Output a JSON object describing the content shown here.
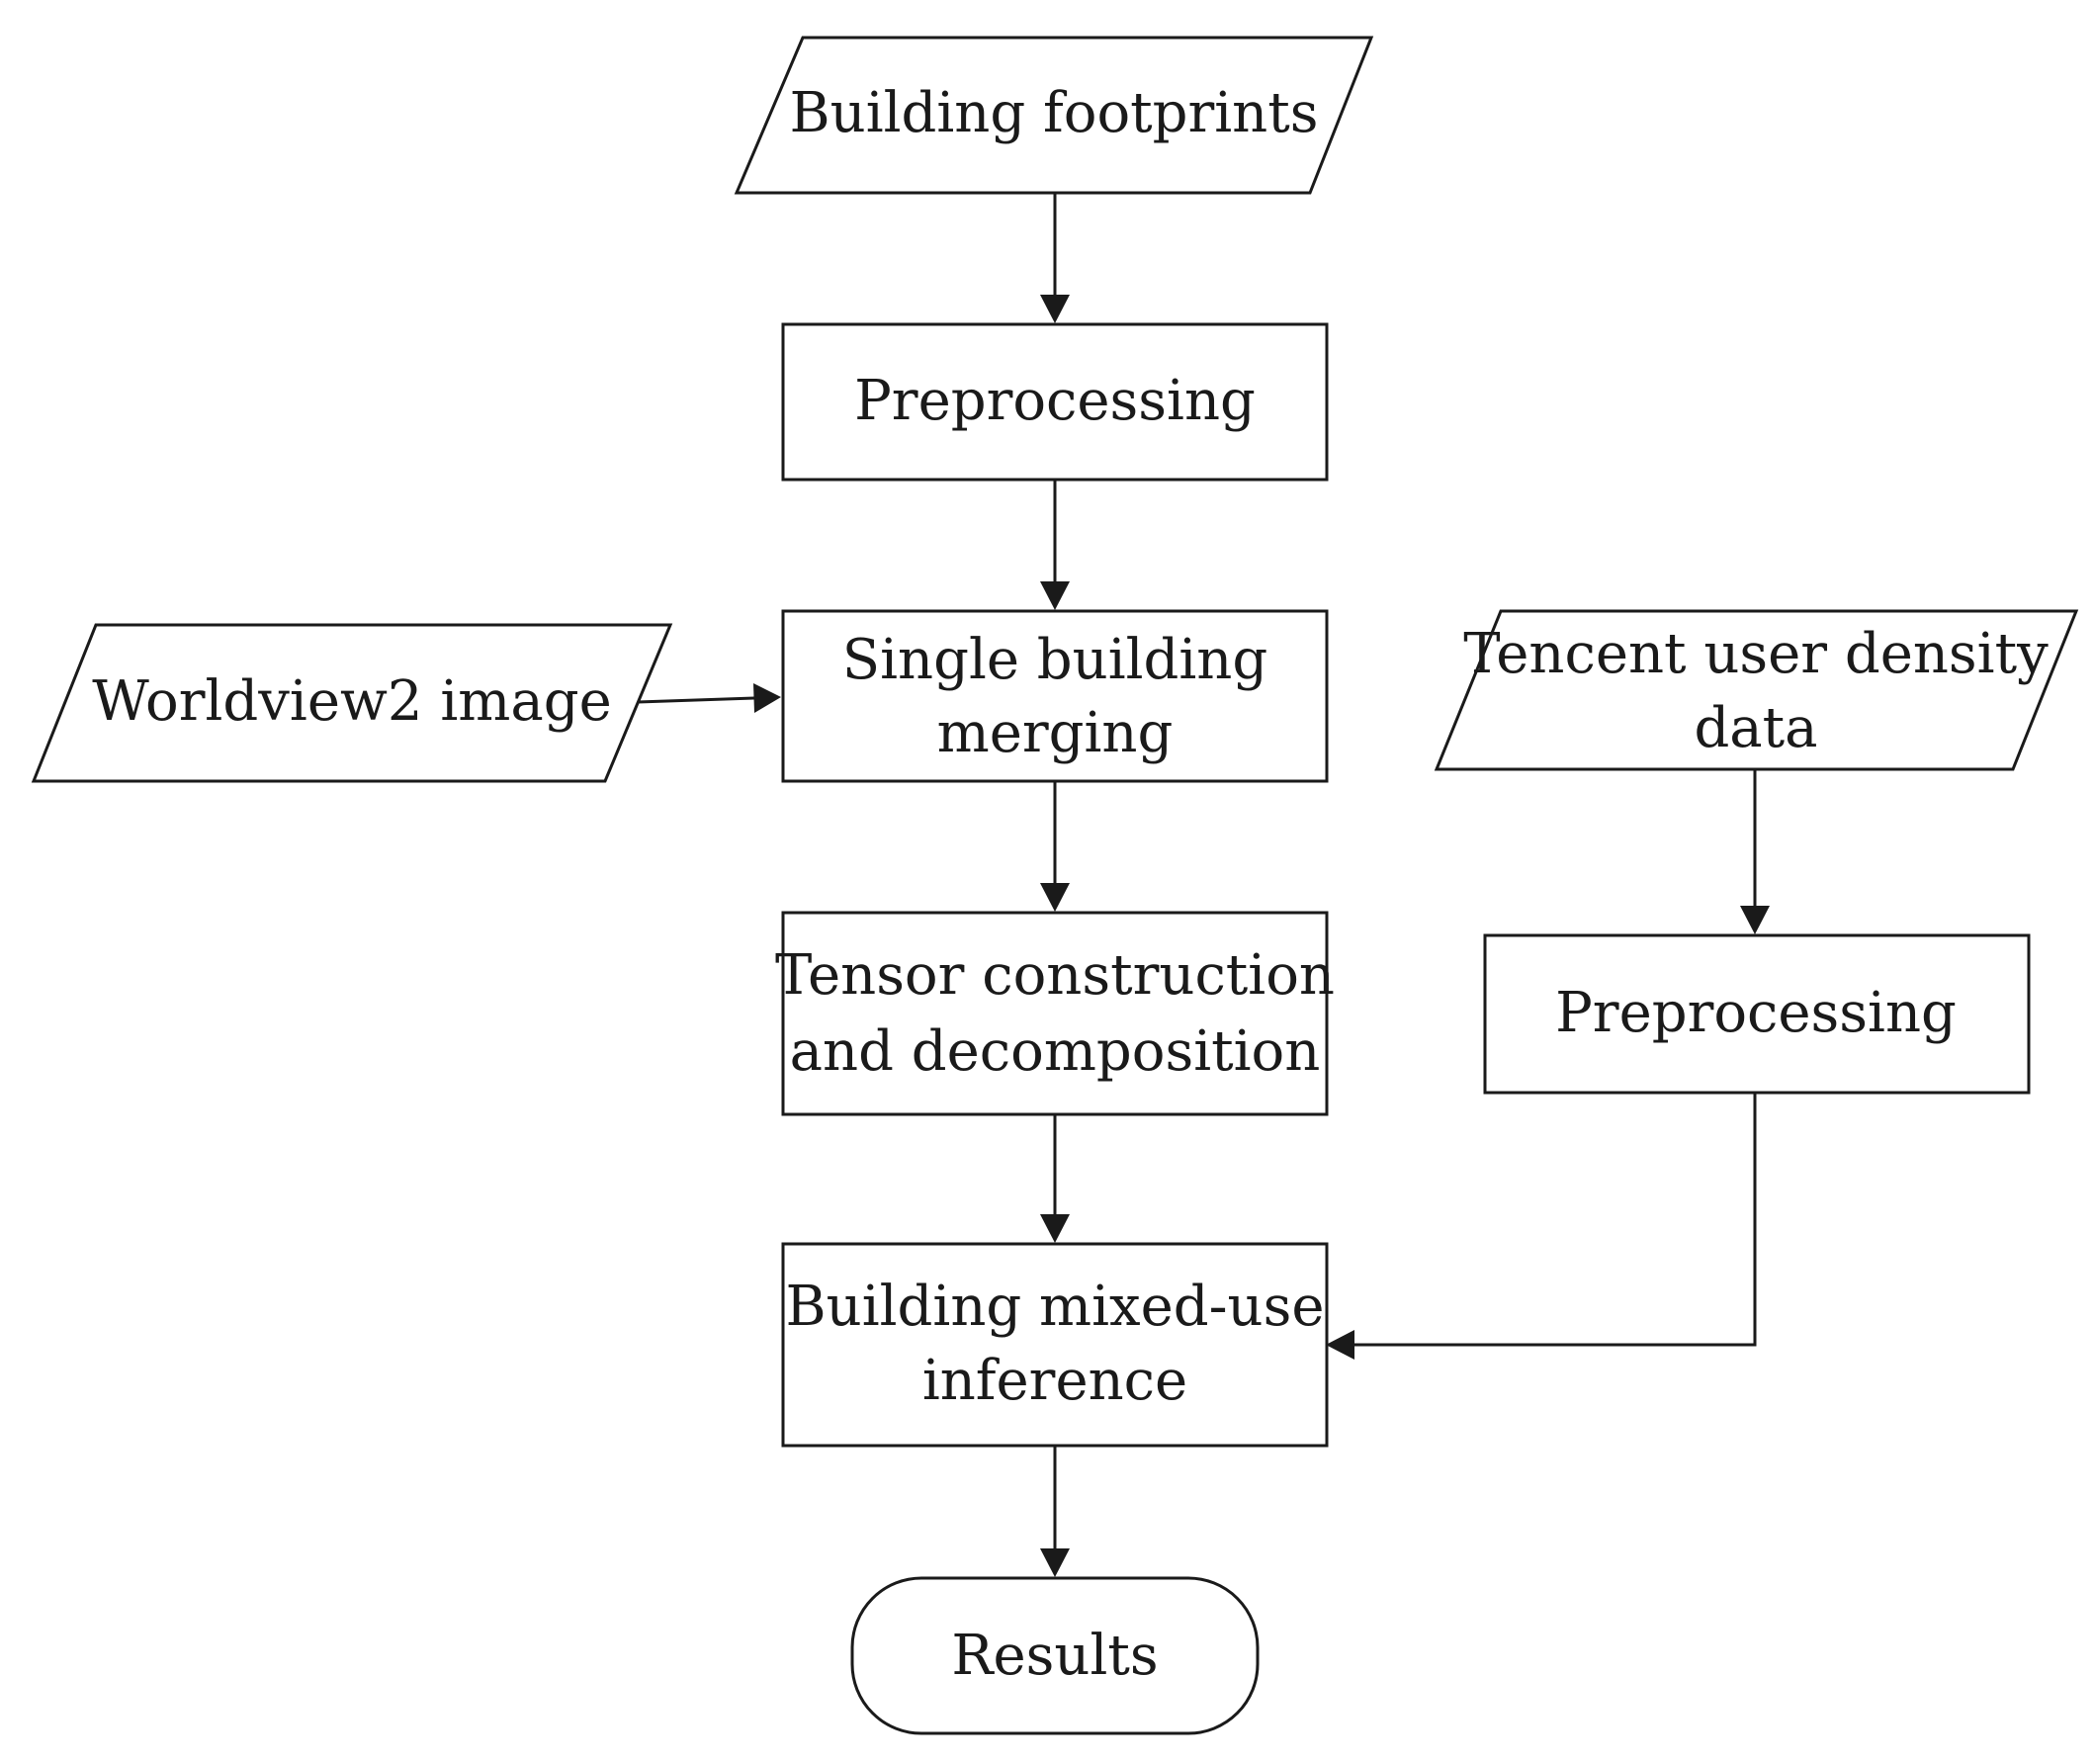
{
  "colors": {
    "background": "#ffffff",
    "stroke": "#1a1a1a",
    "text": "#1a1a1a"
  },
  "nodes": {
    "building_footprints": {
      "shape": "parallelogram",
      "lines": [
        "Building footprints"
      ]
    },
    "preprocessing_main": {
      "shape": "rectangle",
      "lines": [
        "Preprocessing"
      ]
    },
    "worldview2_image": {
      "shape": "parallelogram",
      "lines": [
        "Worldview2 image"
      ]
    },
    "single_building_merging": {
      "shape": "rectangle",
      "lines": [
        "Single building",
        "merging"
      ]
    },
    "tencent_data": {
      "shape": "parallelogram",
      "lines": [
        "Tencent user density",
        "data"
      ]
    },
    "tensor_construction": {
      "shape": "rectangle",
      "lines": [
        "Tensor construction",
        "and decomposition"
      ]
    },
    "preprocessing_tencent": {
      "shape": "rectangle",
      "lines": [
        "Preprocessing"
      ]
    },
    "mixed_use_inference": {
      "shape": "rectangle",
      "lines": [
        "Building mixed-use",
        "inference"
      ]
    },
    "results": {
      "shape": "rounded-terminal",
      "lines": [
        "Results"
      ]
    }
  },
  "edges": [
    {
      "from": "building_footprints",
      "to": "preprocessing_main"
    },
    {
      "from": "preprocessing_main",
      "to": "single_building_merging"
    },
    {
      "from": "worldview2_image",
      "to": "single_building_merging"
    },
    {
      "from": "single_building_merging",
      "to": "tensor_construction"
    },
    {
      "from": "tencent_data",
      "to": "preprocessing_tencent"
    },
    {
      "from": "tensor_construction",
      "to": "mixed_use_inference"
    },
    {
      "from": "preprocessing_tencent",
      "to": "mixed_use_inference"
    },
    {
      "from": "mixed_use_inference",
      "to": "results"
    }
  ]
}
